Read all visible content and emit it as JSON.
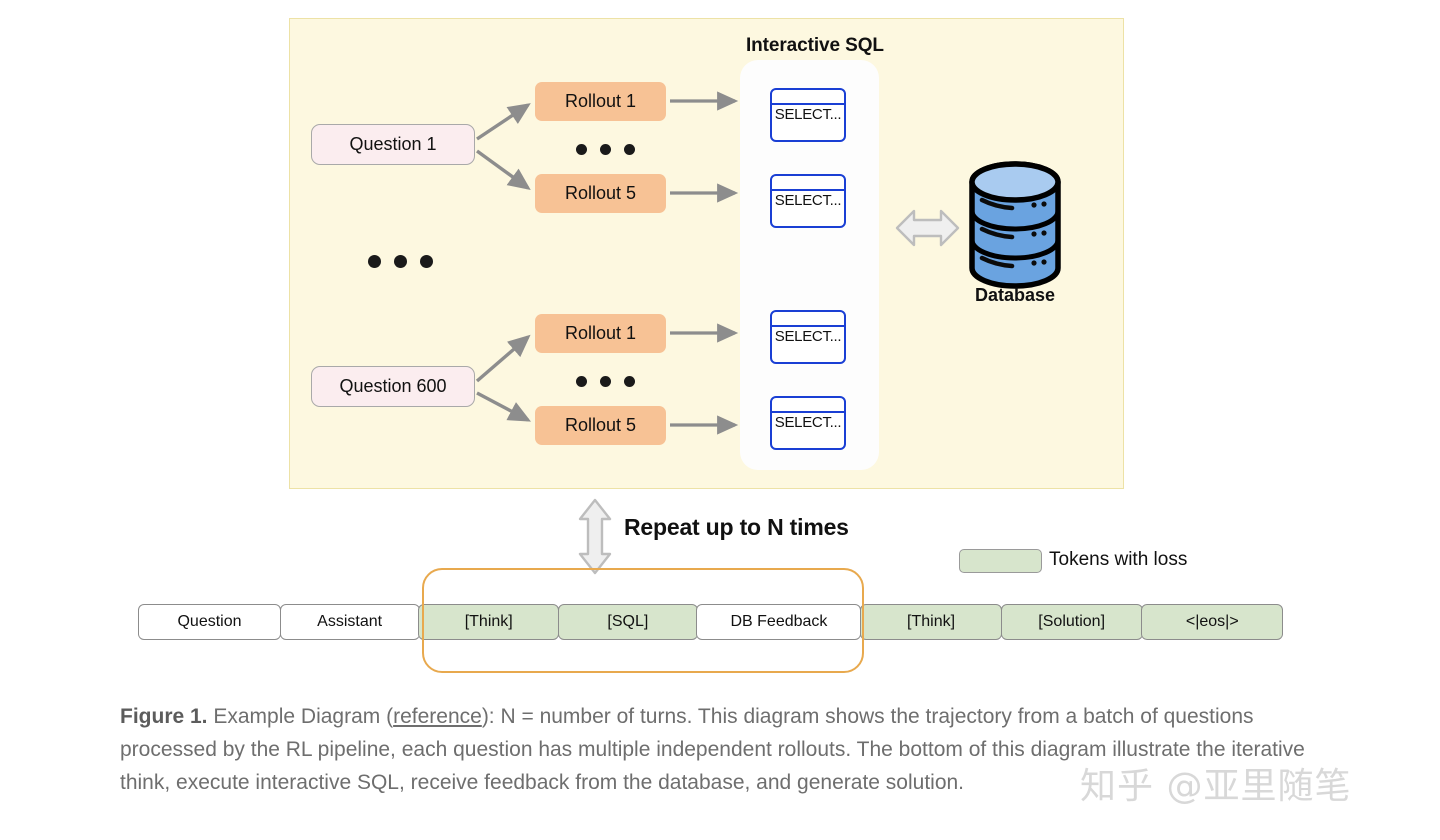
{
  "figure": {
    "panel": {
      "interactive_sql_title": "Interactive SQL",
      "database_label": "Database",
      "question_groups": [
        {
          "question_label": "Question 1",
          "rollouts": [
            "Rollout 1",
            "Rollout 5"
          ],
          "sql_boxes": [
            "SELECT...",
            "SELECT..."
          ],
          "ellipsis": "• • •"
        },
        {
          "question_label": "Question 600",
          "rollouts": [
            "Rollout 1",
            "Rollout 5"
          ],
          "sql_boxes": [
            "SELECT...",
            "SELECT..."
          ],
          "ellipsis": "• • •"
        }
      ],
      "group_ellipsis": "• • •"
    },
    "repeat_label": "Repeat up to N times",
    "legend": {
      "swatch_color": "#D7E5CC",
      "label": "Tokens with loss"
    },
    "token_sequence": [
      {
        "label": "Question",
        "loss": false,
        "width": 143
      },
      {
        "label": "Assistant",
        "loss": false,
        "width": 140
      },
      {
        "label": "[Think]",
        "loss": true,
        "width": 141
      },
      {
        "label": "[SQL]",
        "loss": true,
        "width": 140
      },
      {
        "label": "DB Feedback",
        "loss": false,
        "width": 165
      },
      {
        "label": "[Think]",
        "loss": true,
        "width": 142
      },
      {
        "label": "[Solution]",
        "loss": true,
        "width": 142
      },
      {
        "label": "<|eos|>",
        "loss": true,
        "width": 142
      }
    ],
    "caption": {
      "figure_number": "Figure 1.",
      "before_ref": " Example Diagram (",
      "reference": "reference",
      "after_ref": "): N = number of turns. This diagram shows the trajectory from a batch of questions processed by the RL pipeline, each question has multiple independent rollouts. The bottom of this diagram illustrate the iterative think, execute interactive SQL, receive feedback from the database, and generate solution."
    },
    "watermark": "知乎 @亚里随笔",
    "colors": {
      "panel_bg": "#FDF8E0",
      "panel_border": "#EDE2A6",
      "question_box": "#FBEDEF",
      "rollout_box": "#F7C295",
      "sql_border": "#1A3FD4",
      "loop_border": "#E8A94E",
      "loss_token": "#D7E5CC",
      "database_body": "#6AA3E0",
      "database_top": "#A9CBF0"
    }
  }
}
